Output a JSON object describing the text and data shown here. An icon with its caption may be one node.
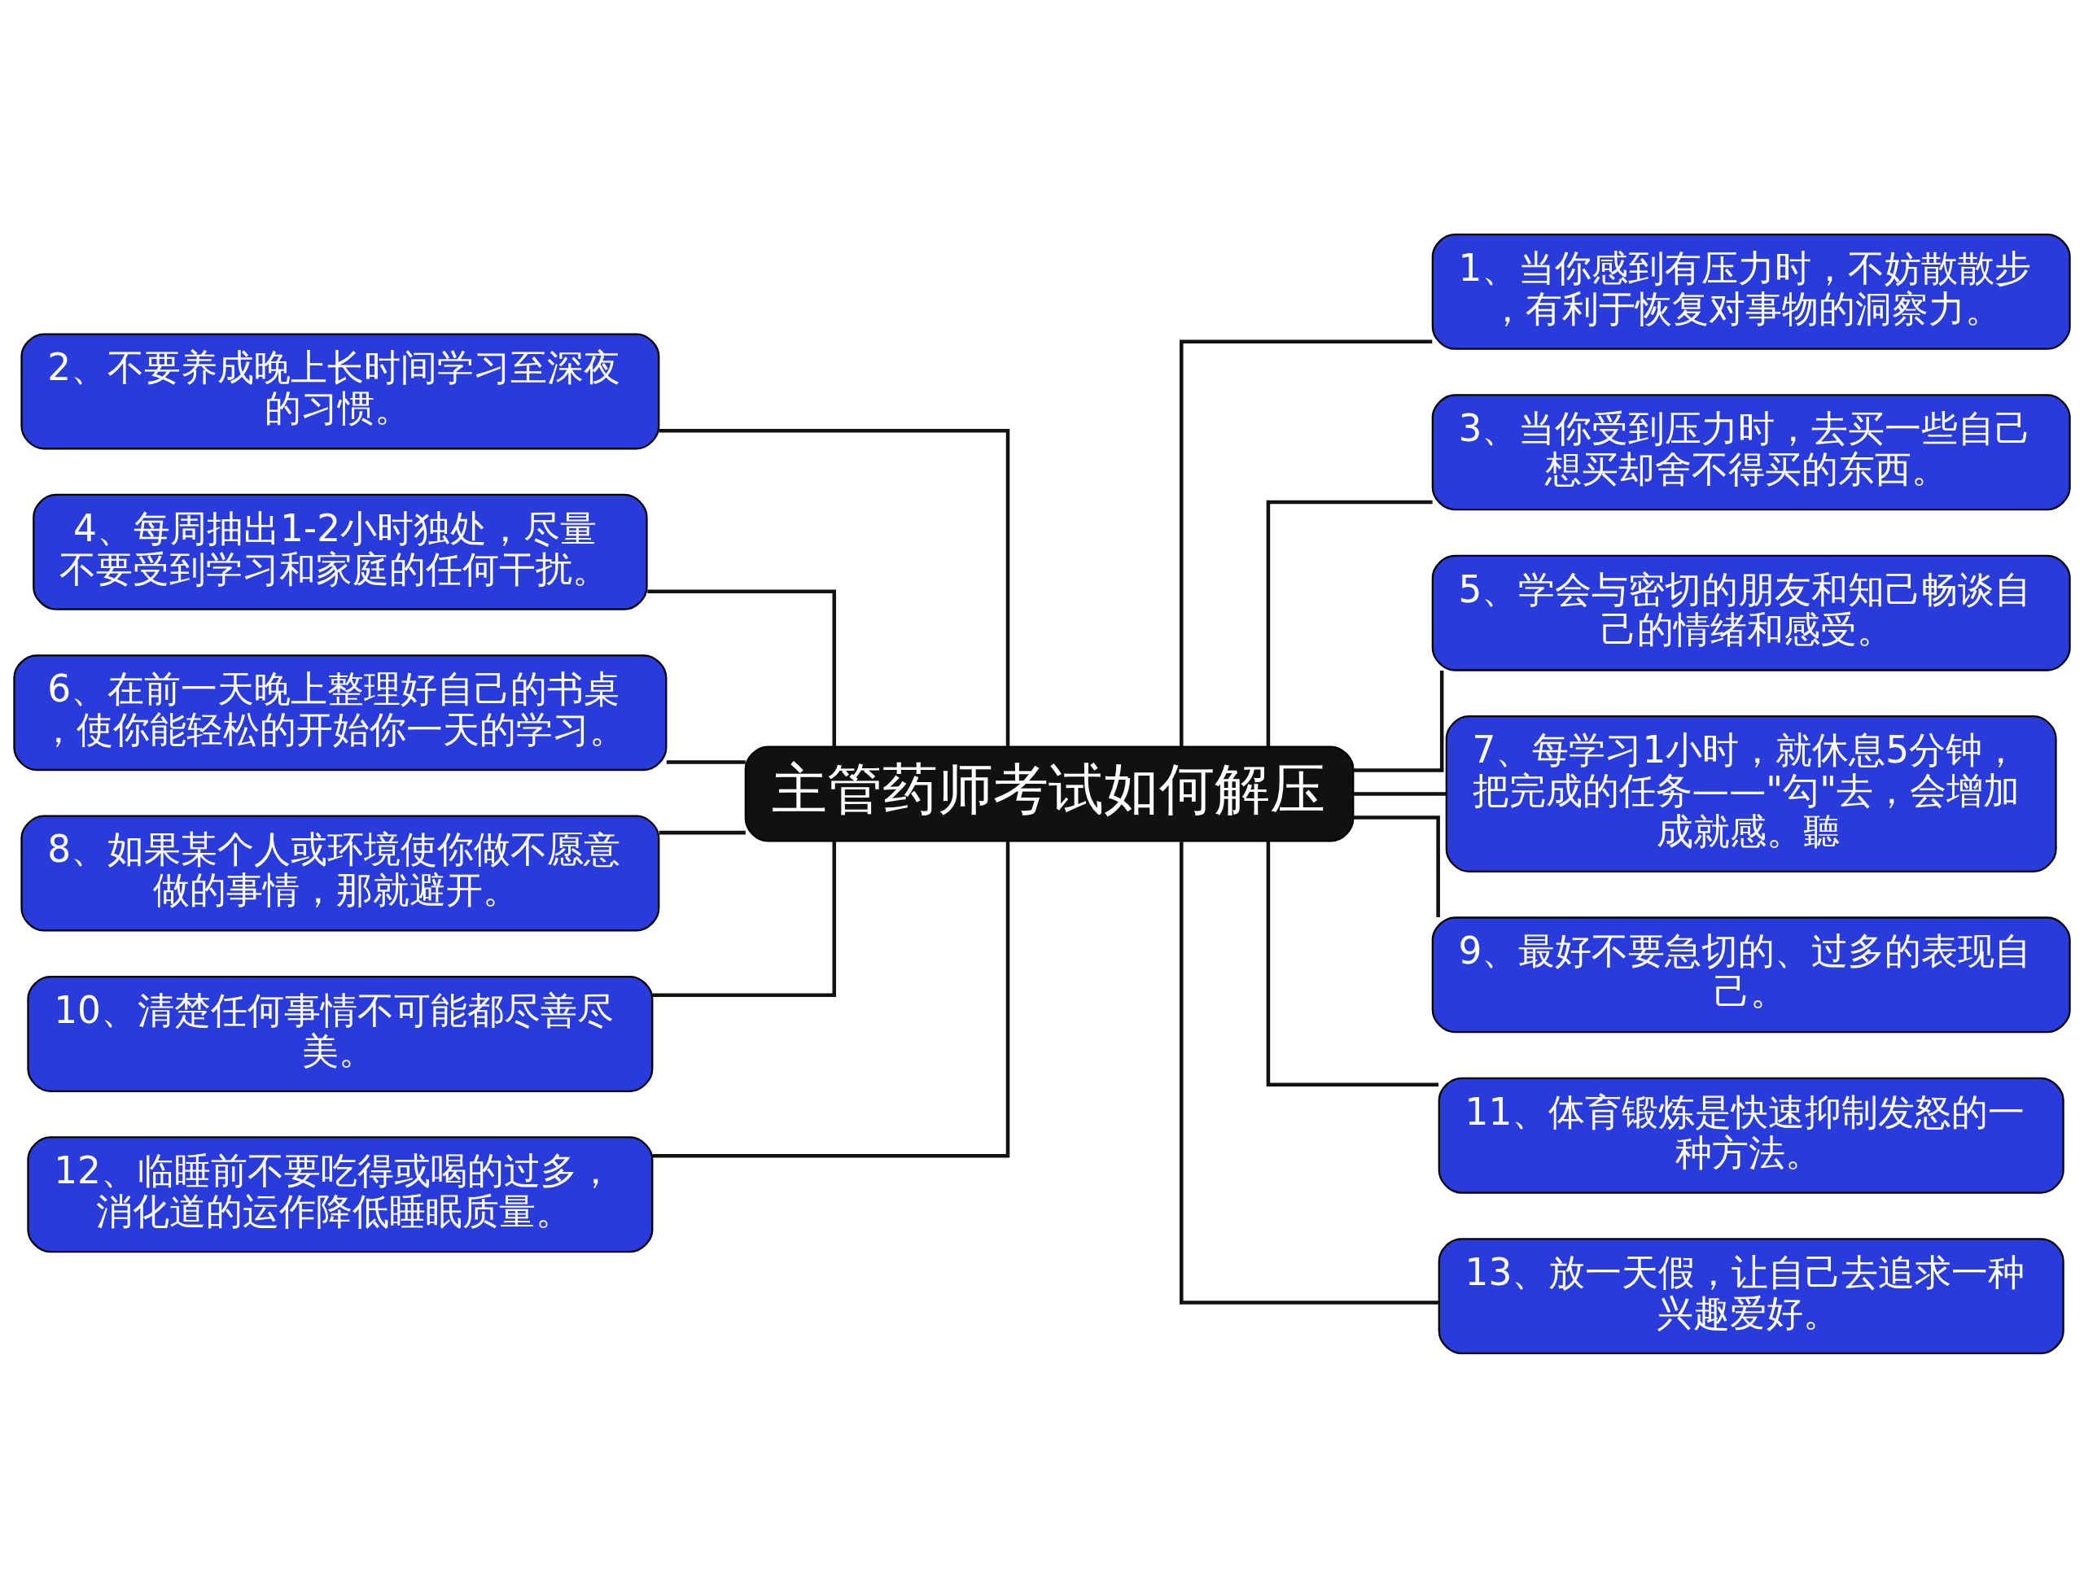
{
  "diagram": {
    "nodes": [
      {
        "text": [
          "主管药师考试如何解压"
        ]
      },
      {
        "text": [
          "1、当你感到有压力时，不妨散散步，有利于恢复对事物的洞察力。"
        ]
      },
      {
        "text": [
          "2、不要养成晚上长时间学习至深夜的习惯。"
        ]
      },
      {
        "text": [
          "3、当你受到压力时，去买一些自己想买却舍不得买的东西。"
        ]
      },
      {
        "text": [
          "4、每周抽出1-2小时独处，尽量不要受到学习和家庭的任何干扰。"
        ]
      },
      {
        "text": [
          "5、学会与密切的朋友和知己畅谈自己的情绪和感受。"
        ]
      },
      {
        "text": [
          "6、在前一天晚上整理好自己的书桌，使你能轻松的开始你一天的学习。"
        ]
      },
      {
        "text": [
          "7、每学习1小时，就休息5分钟，把完成的任务——\"勾\"去，会增加成就感。聽"
        ]
      },
      {
        "text": [
          "8、如果某个人或环境使你做不愿意做的事情，那就避开。"
        ]
      },
      {
        "text": [
          "9、最好不要急切的、过多的表现自己。"
        ]
      },
      {
        "text": [
          "10、清楚任何事情不可能都尽善尽美。"
        ]
      },
      {
        "text": [
          "11、体育锻炼是快速抑制发怒的一种方法。"
        ]
      },
      {
        "text": [
          "12、临睡前不要吃得或喝的过多，消化道的运作降低睡眠质量。"
        ]
      },
      {
        "text": [
          "13、放一天假，让自己去追求一种兴趣爱好。"
        ]
      }
    ],
    "edges": [
      {
        "from": 0,
        "to": 1,
        "arrow": "none"
      },
      {
        "from": 0,
        "to": 2,
        "arrow": "none"
      },
      {
        "from": 0,
        "to": 3,
        "arrow": "none"
      },
      {
        "from": 0,
        "to": 4,
        "arrow": "none"
      },
      {
        "from": 0,
        "to": 5,
        "arrow": "none"
      },
      {
        "from": 0,
        "to": 6,
        "arrow": "none"
      },
      {
        "from": 0,
        "to": 7,
        "arrow": "none"
      },
      {
        "from": 0,
        "to": 8,
        "arrow": "none"
      },
      {
        "from": 0,
        "to": 9,
        "arrow": "none"
      },
      {
        "from": 0,
        "to": 10,
        "arrow": "none"
      },
      {
        "from": 0,
        "to": 11,
        "arrow": "none"
      },
      {
        "from": 0,
        "to": 12,
        "arrow": "none"
      },
      {
        "from": 0,
        "to": 13,
        "arrow": "none"
      }
    ]
  }
}
